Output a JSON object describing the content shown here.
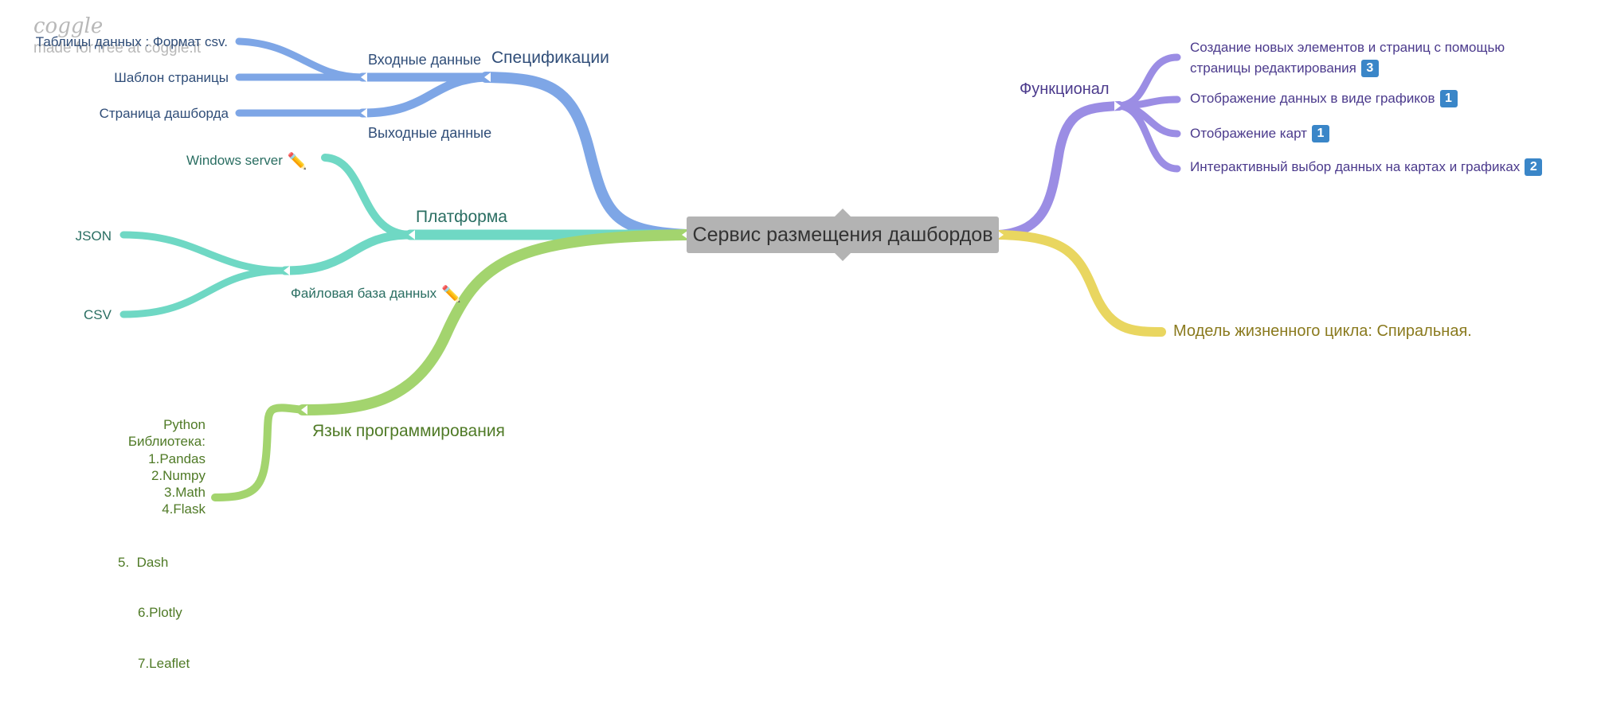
{
  "branding": {
    "logo": "coggle",
    "made_for_free": "made for free at coggle.it"
  },
  "central": {
    "title": "Сервис размещения дашбордов"
  },
  "specs": {
    "title": "Спецификации",
    "input": {
      "title": "Входные данные",
      "items": [
        "Таблицы данных : Формат csv.",
        "Шаблон страницы"
      ]
    },
    "output": {
      "title": "Выходные данные",
      "items": [
        "Страница дашборда"
      ]
    }
  },
  "platform": {
    "title": "Платформа",
    "windows": "Windows server",
    "filedb": {
      "title": "Файловая база данных",
      "items": [
        "JSON",
        "CSV"
      ]
    }
  },
  "language": {
    "title": "Язык программирования",
    "lines": [
      "Python",
      "Библиотека:",
      "1.Pandas",
      "2.Numpy",
      "3.Math",
      "4.Flask",
      "5.  Dash",
      "6.Plotly",
      "7.Leaflet"
    ]
  },
  "functional": {
    "title": "Функционал",
    "items": [
      {
        "line1": "Создание новых элементов и страниц с помощью",
        "line2": "страницы редактирования",
        "badge": "3"
      },
      {
        "line1": "Отображение данных в виде графиков",
        "badge": "1"
      },
      {
        "line1": "Отображение карт",
        "badge": "1"
      },
      {
        "line1": "Интерактивный выбор данных на картах и графиках",
        "badge": "2"
      }
    ]
  },
  "lifecycle": {
    "title": "Модель жизненного цикла: Спиральная."
  },
  "colors": {
    "blue": "#7ea6e6",
    "teal": "#6fd8c4",
    "green": "#a3d46e",
    "purple": "#9b8de4",
    "gold": "#e9d660",
    "central": "#b3b3b3",
    "badge": "#3a86c8"
  }
}
